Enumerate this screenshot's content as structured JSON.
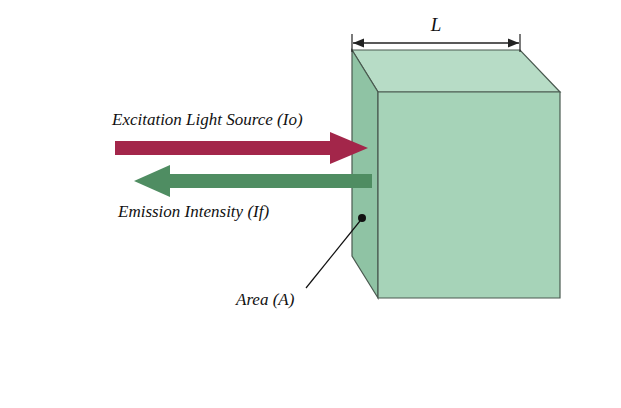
{
  "diagram": {
    "labels": [
      "L",
      "Excitation Light Source (Io)",
      "Emission Intensity (If)",
      "Area (A)"
    ]
  }
}
